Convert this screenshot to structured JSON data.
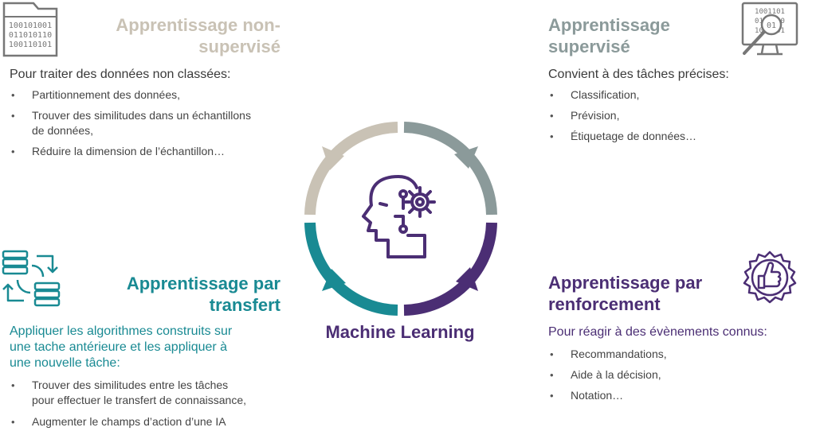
{
  "colors": {
    "unsupervised": "#c9c2b5",
    "supervised": "#8b9a9a",
    "transfer": "#198a93",
    "reinforcement": "#4b2e74",
    "text": "#3a3a3a"
  },
  "center": {
    "title": "Machine Learning",
    "icon": "ai-head-gear-icon"
  },
  "unsupervised": {
    "title_line1": "Apprentissage non-",
    "title_line2": "supervisé",
    "intro": "Pour traiter des données non classées:",
    "items": [
      [
        "Partitionnement des données,"
      ],
      [
        "Trouver des similitudes dans un échantillons",
        "de données,"
      ],
      [
        "Réduire la dimension de l’échantillon…"
      ]
    ],
    "icon": "binary-folder-icon"
  },
  "supervised": {
    "title_line1": "Apprentissage",
    "title_line2": "supervisé",
    "intro": "Convient à des tâches précises:",
    "items": [
      [
        "Classification,"
      ],
      [
        "Prévision,"
      ],
      [
        "Étiquetage de données…"
      ]
    ],
    "icon": "binary-monitor-magnifier-icon"
  },
  "transfer": {
    "title_line1": "Apprentissage par",
    "title_line2": "transfert",
    "intro_lines": [
      "Appliquer les algorithmes construits sur",
      "une tache antérieure et les appliquer à",
      "une nouvelle tâche:"
    ],
    "items": [
      [
        "Trouver des similitudes entre les tâches",
        "pour effectuer le transfert de connaissance,"
      ],
      [
        "Augmenter le champs d’action d’une IA"
      ]
    ],
    "icon": "data-transfer-icon"
  },
  "reinforcement": {
    "title_line1": "Apprentissage par",
    "title_line2": "renforcement",
    "intro": "Pour réagir à des évènements connus:",
    "items": [
      [
        "Recommandations,"
      ],
      [
        "Aide à la décision,"
      ],
      [
        "Notation…"
      ]
    ],
    "icon": "thumbs-up-badge-icon"
  }
}
